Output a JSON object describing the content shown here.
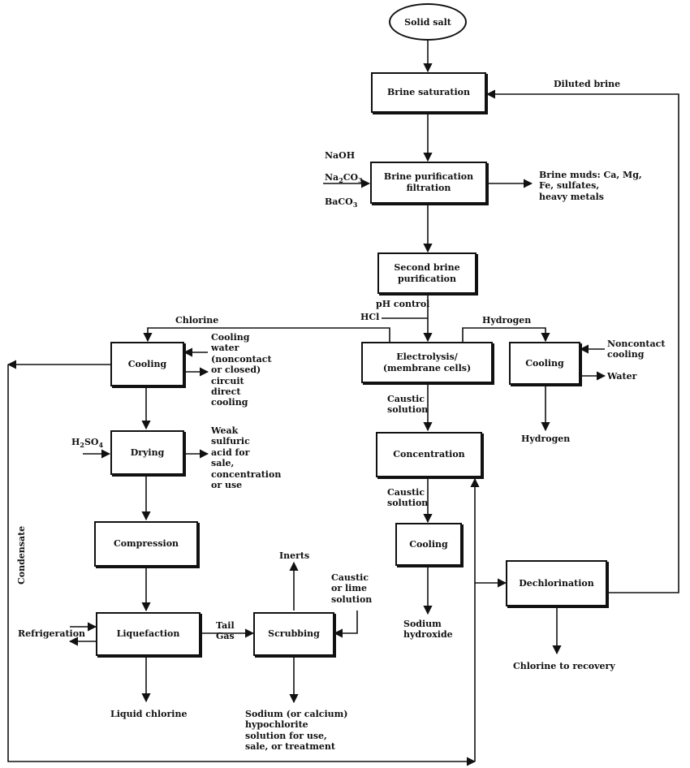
{
  "nodes": {
    "solid_salt": "Solid salt",
    "brine_saturation": "Brine saturation",
    "brine_purification": "Brine purification\nfiltration",
    "second_brine": "Second brine\npurification",
    "electrolysis": "Electrolysis/\n(membrane cells)",
    "cooling_h2": "Cooling",
    "cooling_cl2": "Cooling",
    "drying": "Drying",
    "compression": "Compression",
    "liquefaction": "Liquefaction",
    "scrubbing": "Scrubbing",
    "concentration": "Concentration",
    "cooling_naoh": "Cooling",
    "dechlorination": "Dechlorination"
  },
  "labels": {
    "diluted_brine": "Diluted brine",
    "naoh": "NaOH",
    "na2co3_prefix": "Na",
    "na2co3_sub1": "2",
    "na2co3_mid": "CO",
    "na2co3_sub2": "3",
    "baco3_prefix": "BaCO",
    "baco3_sub": "3",
    "brine_mud": "Brine muds: Ca, Mg,\nFe, sulfates,\nheavy metals",
    "ph_control": "pH control",
    "hcl": "HCl",
    "chlorine": "Chlorine",
    "hydrogen": "Hydrogen",
    "cooling_water": "Cooling\nwater\n(noncontact\nor closed)\ncircuit\ndirect\ncooling",
    "noncontact_cooling": "Noncontact\ncooling",
    "water": "Water",
    "hydrogen_out": "Hydrogen",
    "caustic_solution_1": "Caustic\nsolution",
    "h2so4_prefix": "H",
    "h2so4_sub1": "2",
    "h2so4_mid": "SO",
    "h2so4_sub2": "4",
    "weak_sulfuric": "Weak\nsulfuric\nacid for\nsale,\nconcentration\nor use",
    "caustic_solution_2": "Caustic\nsolution",
    "condensate": "Condensate",
    "inerts": "Inerts",
    "caustic_lime": "Caustic\nor lime\nsolution",
    "refrigeration": "Refrigeration",
    "tail_gas": "Tail\nGas",
    "liquid_chlorine": "Liquid chlorine",
    "hypochlorite": "Sodium (or calcium)\nhypochlorite\nsolution for use,\nsale, or treatment",
    "sodium_hydroxide": "Sodium\nhydroxide",
    "chlorine_recovery": "Chlorine to recovery"
  }
}
